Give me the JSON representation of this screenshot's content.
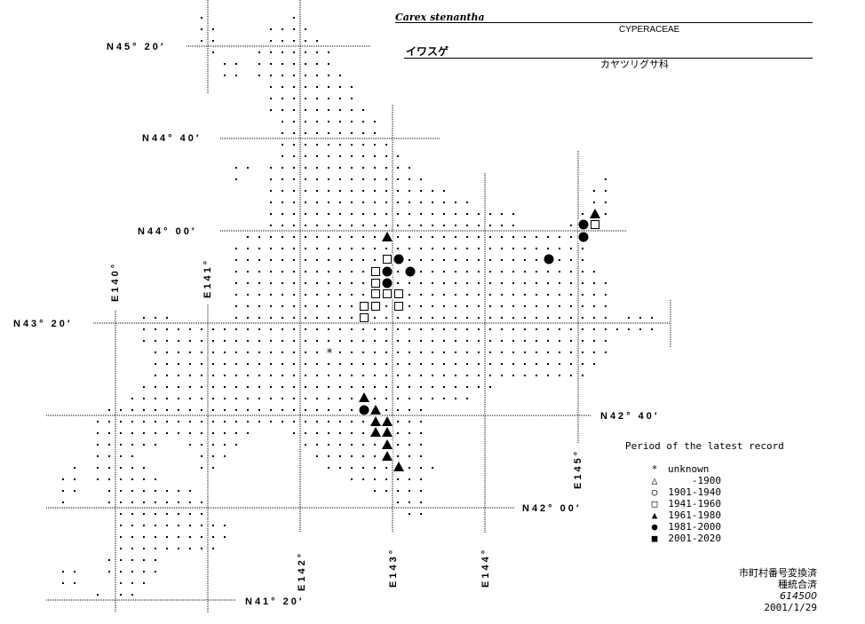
{
  "header": {
    "scientific_name": "Carex stenantha",
    "family": "CYPERACEAE",
    "japanese_name": "イワスゲ",
    "family_japanese": "カヤツリグサ科"
  },
  "axes": {
    "latitude_labels": [
      "N45° 20′",
      "N44° 40′",
      "N44° 00′",
      "N43° 20′",
      "N42° 40′",
      "N42° 00′",
      "N41° 20′"
    ],
    "longitude_labels": [
      "E140°",
      "E141°",
      "E142°",
      "E143°",
      "E144°",
      "E145°"
    ]
  },
  "legend": {
    "title": "Period of the latest record",
    "items": [
      {
        "key": "unknown",
        "symbol": "asterisk",
        "glyph": "*",
        "label": "unknown"
      },
      {
        "key": "p1900",
        "symbol": "open-triangle",
        "glyph": "△",
        "label": "-1900"
      },
      {
        "key": "p1940",
        "symbol": "open-circle",
        "glyph": "○",
        "label": "1901-1940"
      },
      {
        "key": "p1960",
        "symbol": "open-square",
        "glyph": "□",
        "label": "1941-1960"
      },
      {
        "key": "p1980",
        "symbol": "filled-triangle",
        "glyph": "▲",
        "label": "1961-1980"
      },
      {
        "key": "p2000",
        "symbol": "filled-circle",
        "glyph": "●",
        "label": "1981-2000"
      },
      {
        "key": "p2020",
        "symbol": "filled-square",
        "glyph": "■",
        "label": "2001-2020"
      }
    ]
  },
  "footer": {
    "line1": "市町村番号変換済",
    "line2": "種統合済",
    "line3": "614500",
    "line4": "2001/1/29"
  },
  "records": [
    {
      "period": "p1980",
      "lon": 142.9375,
      "lat": 43.958
    },
    {
      "period": "p1960",
      "lon": 142.9375,
      "lat": 43.792
    },
    {
      "period": "p2000",
      "lon": 143.0625,
      "lat": 43.792
    },
    {
      "period": "p1960",
      "lon": 142.8125,
      "lat": 43.708
    },
    {
      "period": "p2000",
      "lon": 142.9375,
      "lat": 43.708
    },
    {
      "period": "p2000",
      "lon": 143.1875,
      "lat": 43.708
    },
    {
      "period": "p1960",
      "lon": 142.8125,
      "lat": 43.625
    },
    {
      "period": "p2000",
      "lon": 142.9375,
      "lat": 43.625
    },
    {
      "period": "p1960",
      "lon": 142.8125,
      "lat": 43.542
    },
    {
      "period": "p1960",
      "lon": 142.9375,
      "lat": 43.542
    },
    {
      "period": "p1960",
      "lon": 143.0625,
      "lat": 43.542
    },
    {
      "period": "p1960",
      "lon": 142.6875,
      "lat": 43.458
    },
    {
      "period": "p1960",
      "lon": 142.8125,
      "lat": 43.458
    },
    {
      "period": "p1960",
      "lon": 143.0625,
      "lat": 43.458
    },
    {
      "period": "p1960",
      "lon": 142.6875,
      "lat": 43.375
    },
    {
      "period": "p2000",
      "lon": 145.0625,
      "lat": 44.042
    },
    {
      "period": "p1980",
      "lon": 145.1875,
      "lat": 44.125
    },
    {
      "period": "p1960",
      "lon": 145.1875,
      "lat": 44.042
    },
    {
      "period": "p2000",
      "lon": 145.0625,
      "lat": 43.958
    },
    {
      "period": "p2000",
      "lon": 144.6875,
      "lat": 43.792
    },
    {
      "period": "unknown",
      "lon": 142.3125,
      "lat": 43.125
    },
    {
      "period": "p1980",
      "lon": 142.6875,
      "lat": 42.792
    },
    {
      "period": "p2000",
      "lon": 142.6875,
      "lat": 42.708
    },
    {
      "period": "p1980",
      "lon": 142.8125,
      "lat": 42.708
    },
    {
      "period": "p1980",
      "lon": 142.8125,
      "lat": 42.625
    },
    {
      "period": "p1980",
      "lon": 142.9375,
      "lat": 42.625
    },
    {
      "period": "p1980",
      "lon": 142.8125,
      "lat": 42.542
    },
    {
      "period": "p1980",
      "lon": 142.9375,
      "lat": 42.542
    },
    {
      "period": "p1980",
      "lon": 142.9375,
      "lat": 42.458
    },
    {
      "period": "p1980",
      "lon": 142.9375,
      "lat": 42.375
    },
    {
      "period": "p1980",
      "lon": 143.0625,
      "lat": 42.292
    }
  ]
}
